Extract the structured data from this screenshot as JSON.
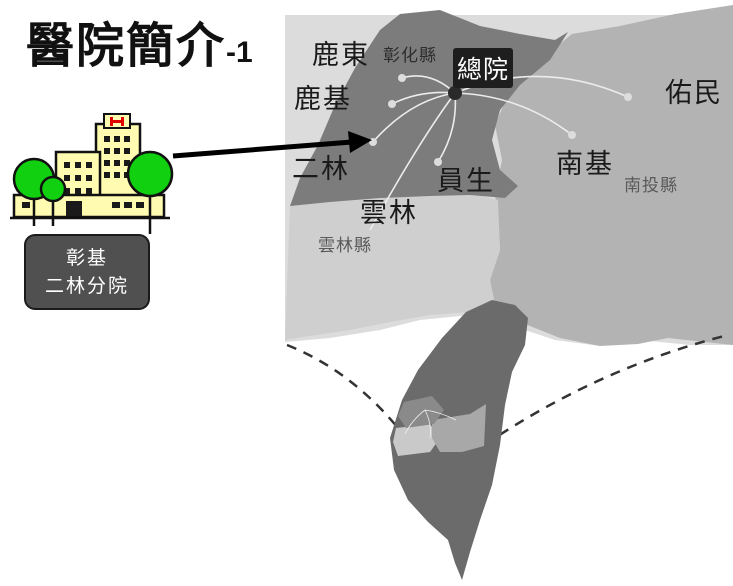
{
  "title": {
    "main": "醫院簡介",
    "suffix": "-1"
  },
  "branch_badge": {
    "line1": "彰基",
    "line2": "二林分院"
  },
  "headquarters": "總院",
  "hospitals": {
    "lukang_dongi": "鹿東",
    "lukang_ji": "鹿基",
    "erlin": "二林",
    "yuansheng": "員生",
    "yunlin": "雲林",
    "nanji": "南基",
    "youmin": "佑民"
  },
  "counties": {
    "changhua": "彰化縣",
    "nantou": "南投縣",
    "yunlin": "雲林縣"
  },
  "colors": {
    "changhua_region": "#7c7c7c",
    "nantou_region": "#b3b3b3",
    "yunlin_region": "#cfcfcf",
    "ocean_bg": "#dcdcdc",
    "taiwan_island": "#6b6b6b",
    "badge_bg": "#505050",
    "tree_green": "#10d010",
    "building_yellow": "#fffbb0",
    "hospital_red": "#e00000"
  },
  "icons": [
    "hospital-building-icon",
    "tree-icon",
    "arrow-icon"
  ]
}
